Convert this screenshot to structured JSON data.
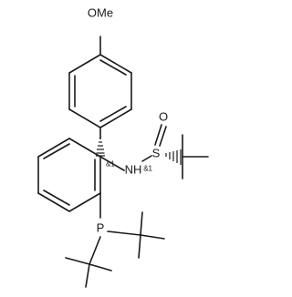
{
  "labels": {
    "methoxy": "OMe",
    "oxygen": "O",
    "sulfur": "S",
    "nitrogen_hydrogen": "NH",
    "phosphorus": "P"
  },
  "stereo_labels": {
    "carbon": "&1",
    "sulfur": "&1"
  }
}
